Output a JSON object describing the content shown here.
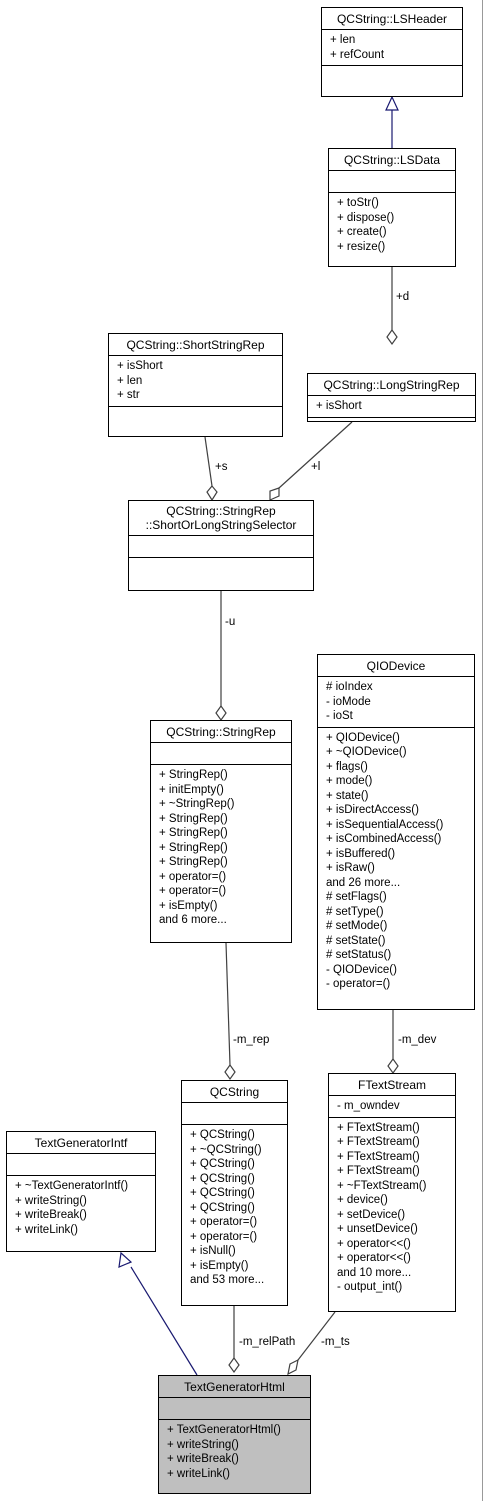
{
  "classes": {
    "lsheader": {
      "name": "QCString::LSHeader",
      "attributes": [
        "+ len",
        "+ refCount"
      ],
      "methods": []
    },
    "lsdata": {
      "name": "QCString::LSData",
      "attributes": [],
      "methods": [
        "+ toStr()",
        "+ dispose()",
        "+ create()",
        "+ resize()"
      ]
    },
    "shortstringrep": {
      "name": "QCString::ShortStringRep",
      "attributes": [
        "+ isShort",
        "+ len",
        "+ str"
      ],
      "methods": []
    },
    "longstringrep": {
      "name": "QCString::LongStringRep",
      "attributes": [
        "+ isShort"
      ],
      "methods": []
    },
    "selector": {
      "name_line1": "QCString::StringRep",
      "name_line2": "::ShortOrLongStringSelector",
      "attributes": [],
      "methods": []
    },
    "stringrep": {
      "name": "QCString::StringRep",
      "attributes": [],
      "methods": [
        "+ StringRep()",
        "+ initEmpty()",
        "+ ~StringRep()",
        "+ StringRep()",
        "+ StringRep()",
        "+ StringRep()",
        "+ StringRep()",
        "+ operator=()",
        "+ operator=()",
        "+ isEmpty()",
        "and 6 more..."
      ]
    },
    "qiodevice": {
      "name": "QIODevice",
      "attributes": [
        "# ioIndex",
        "- ioMode",
        "- ioSt"
      ],
      "methods": [
        "+ QIODevice()",
        "+ ~QIODevice()",
        "+ flags()",
        "+ mode()",
        "+ state()",
        "+ isDirectAccess()",
        "+ isSequentialAccess()",
        "+ isCombinedAccess()",
        "+ isBuffered()",
        "+ isRaw()",
        "and 26 more...",
        "# setFlags()",
        "# setType()",
        "# setMode()",
        "# setState()",
        "# setStatus()",
        "- QIODevice()",
        "- operator=()"
      ]
    },
    "qcstring": {
      "name": "QCString",
      "attributes": [],
      "methods": [
        "+ QCString()",
        "+ ~QCString()",
        "+ QCString()",
        "+ QCString()",
        "+ QCString()",
        "+ QCString()",
        "+ operator=()",
        "+ operator=()",
        "+ isNull()",
        "+ isEmpty()",
        "and 53 more..."
      ]
    },
    "textgeneratorintf": {
      "name": "TextGeneratorIntf",
      "attributes": [],
      "methods": [
        "+ ~TextGeneratorIntf()",
        "+ writeString()",
        "+ writeBreak()",
        "+ writeLink()"
      ]
    },
    "ftextstream": {
      "name": "FTextStream",
      "attributes": [
        "- m_owndev"
      ],
      "methods": [
        "+ FTextStream()",
        "+ FTextStream()",
        "+ FTextStream()",
        "+ FTextStream()",
        "+ ~FTextStream()",
        "+ device()",
        "+ setDevice()",
        "+ unsetDevice()",
        "+ operator<<()",
        "+ operator<<()",
        "and 10 more...",
        "- output_int()"
      ]
    },
    "textgeneratorhtml": {
      "name": "TextGeneratorHtml",
      "attributes": [],
      "methods": [
        "+ TextGeneratorHtml()",
        "+ writeString()",
        "+ writeBreak()",
        "+ writeLink()"
      ]
    }
  },
  "edge_labels": {
    "d": "+d",
    "s": "+s",
    "l": "+l",
    "u": "-u",
    "m_rep": "-m_rep",
    "m_dev": "-m_dev",
    "m_relPath": "-m_relPath",
    "m_ts": "-m_ts"
  },
  "colors": {
    "inheritance": "#191970",
    "association": "#404040",
    "highlight": "#bfbfbf"
  }
}
